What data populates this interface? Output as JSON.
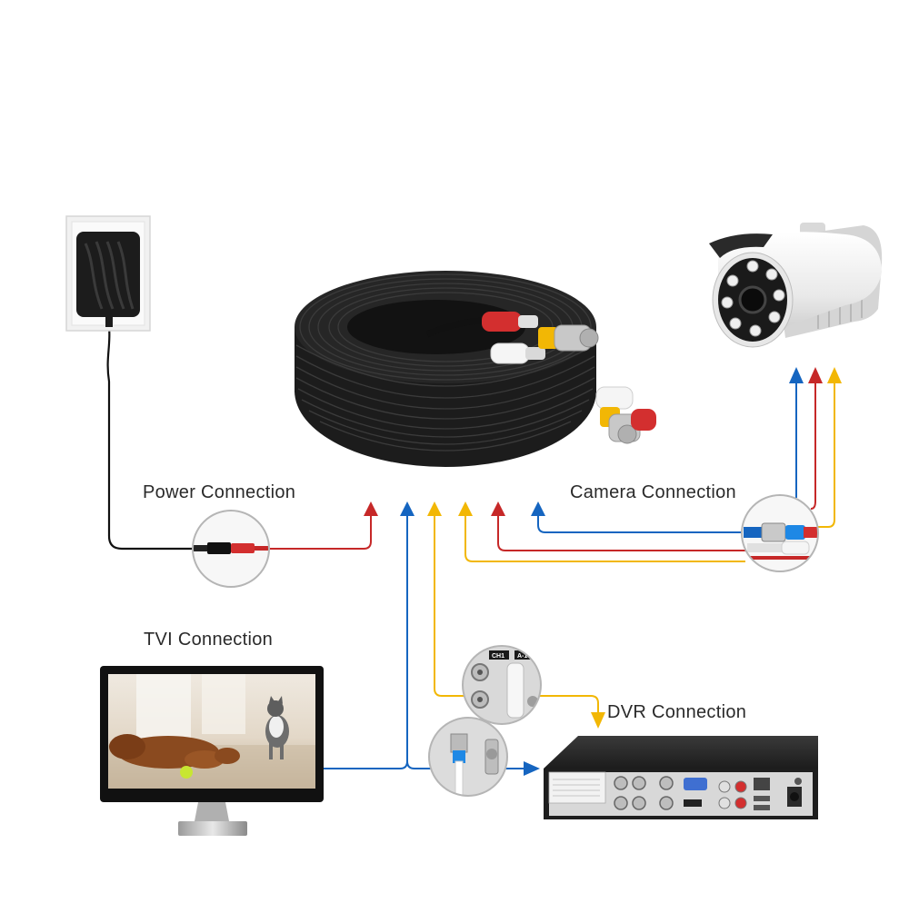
{
  "labels": {
    "power": "Power Connection",
    "camera": "Camera Connection",
    "tvi": "TVI Connection",
    "dvr": "DVR Connection"
  },
  "dvr_port_labels": {
    "ch1": "CH1",
    "audio": "A-1"
  },
  "colors": {
    "power_wire": "#c62828",
    "video_wire": "#1565c0",
    "audio_wire": "#f2b705",
    "cable": "#1e1e1e",
    "label_text": "#2a2a2a"
  }
}
